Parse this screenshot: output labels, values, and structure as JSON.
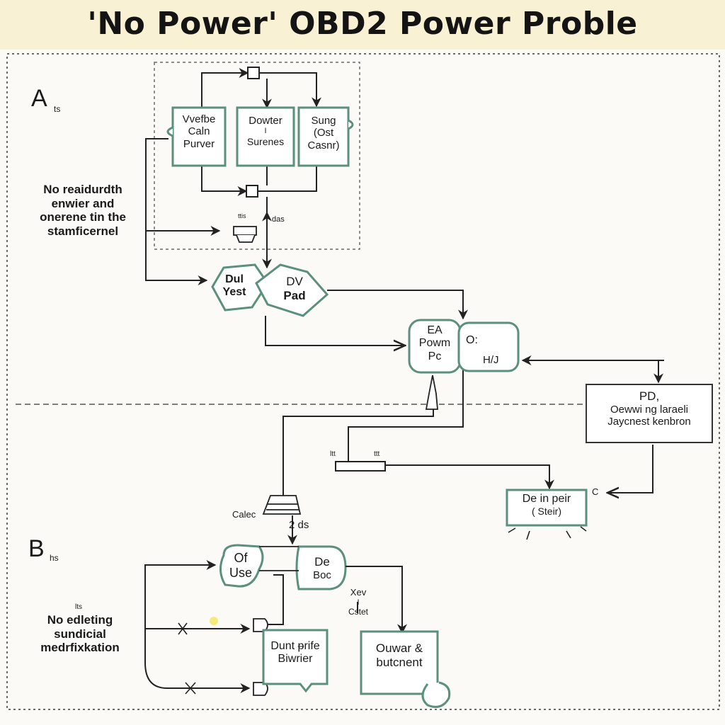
{
  "title": "'No Power' OBD2  Power Proble",
  "section_a": {
    "letter": "A",
    "suffix": "ts",
    "side_note": [
      "No reaidurdth",
      "enwier and",
      "onerene tin the",
      "stamficernel"
    ],
    "box_left": [
      "Vvefbe",
      "Caln",
      "Purver"
    ],
    "box_mid": [
      "Dowter",
      "I",
      "Surenes"
    ],
    "box_right": [
      "Sung",
      "(Ost",
      "Casnr)"
    ],
    "small_marks": [
      "ttis",
      "das"
    ],
    "shape_left": [
      "Dul",
      "Yest"
    ],
    "shape_right": [
      "DV",
      "Pad"
    ],
    "center_left": [
      "EA",
      "Powm",
      "Pc"
    ],
    "center_right_top": "O:",
    "center_right_bottom": "H/J",
    "right_box": [
      "PD,",
      "Oewwi ng laraeli",
      "Jaycnest kenbron"
    ],
    "plug_marks": [
      "ltt",
      "ttt"
    ],
    "calc_label": "Calec",
    "end_box": [
      "De in peir",
      "( Steir)"
    ],
    "end_mark": "C"
  },
  "section_b": {
    "letter": "B",
    "suffix": "hs",
    "top_mark": "2 ds",
    "note_mark": "lts",
    "side_note": [
      "No edleting",
      "sundicial",
      "medrfixkation"
    ],
    "shape_left": [
      "Of",
      "Use"
    ],
    "shape_right": [
      "De",
      "Boc"
    ],
    "mid_marks": [
      "Xev",
      "I",
      "Cstet"
    ],
    "box_left": [
      "Dunt ᵽrife",
      "Biwrier"
    ],
    "box_right": [
      "Ouwar &",
      "butcnent"
    ]
  },
  "colors": {
    "title_band": "#f8f1d4",
    "box_stroke": "#5b8f7e",
    "line": "#222222",
    "dashed": "#6b6b6b"
  }
}
